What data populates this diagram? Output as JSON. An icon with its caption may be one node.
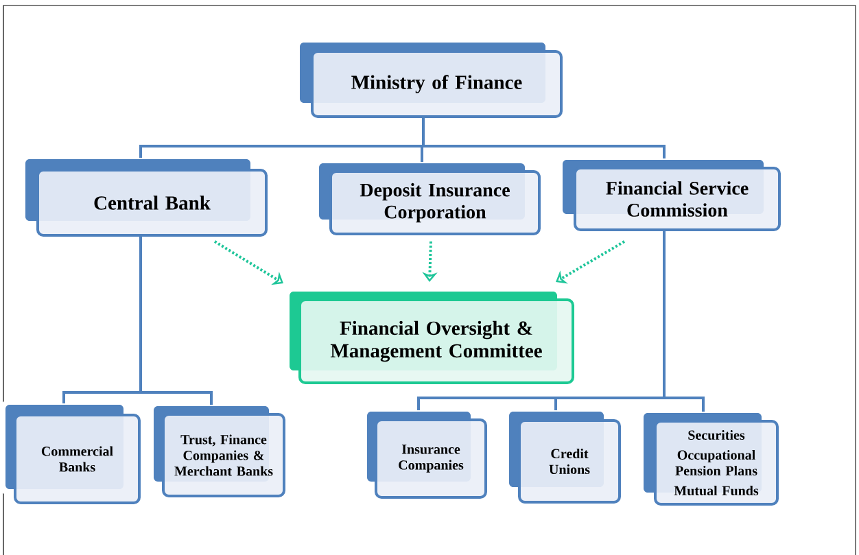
{
  "diagram": {
    "nodes": [
      {
        "text": [
          "Ministry of Finance"
        ]
      },
      {
        "text": [
          "Central Bank"
        ]
      },
      {
        "text": [
          "Deposit Insurance Corporation"
        ]
      },
      {
        "text": [
          "Financial Service Commission"
        ]
      },
      {
        "text": [
          "Financial Oversight & Management Committee"
        ]
      },
      {
        "text": [
          "Commercial Banks"
        ]
      },
      {
        "text": [
          "Trust, Finance Companies & Merchant Banks"
        ]
      },
      {
        "text": [
          "Insurance Companies"
        ]
      },
      {
        "text": [
          "Credit Unions"
        ]
      },
      {
        "text": [
          "Securities",
          "Occupational Pension Plans",
          "Mutual Funds"
        ]
      }
    ],
    "edges": [
      {
        "from": 0,
        "to": 1,
        "arrow": "none"
      },
      {
        "from": 0,
        "to": 2,
        "arrow": "none"
      },
      {
        "from": 0,
        "to": 3,
        "arrow": "none"
      },
      {
        "from": 1,
        "to": 4,
        "arrow": "to",
        "style": "dashed",
        "color": "#1fc59a"
      },
      {
        "from": 2,
        "to": 4,
        "arrow": "to",
        "style": "dashed",
        "color": "#1fc59a"
      },
      {
        "from": 3,
        "to": 4,
        "arrow": "to",
        "style": "dashed",
        "color": "#1fc59a"
      },
      {
        "from": 1,
        "to": 5,
        "arrow": "none"
      },
      {
        "from": 1,
        "to": 6,
        "arrow": "none"
      },
      {
        "from": 3,
        "to": 7,
        "arrow": "none"
      },
      {
        "from": 3,
        "to": 8,
        "arrow": "none"
      },
      {
        "from": 3,
        "to": 9,
        "arrow": "none"
      }
    ]
  }
}
